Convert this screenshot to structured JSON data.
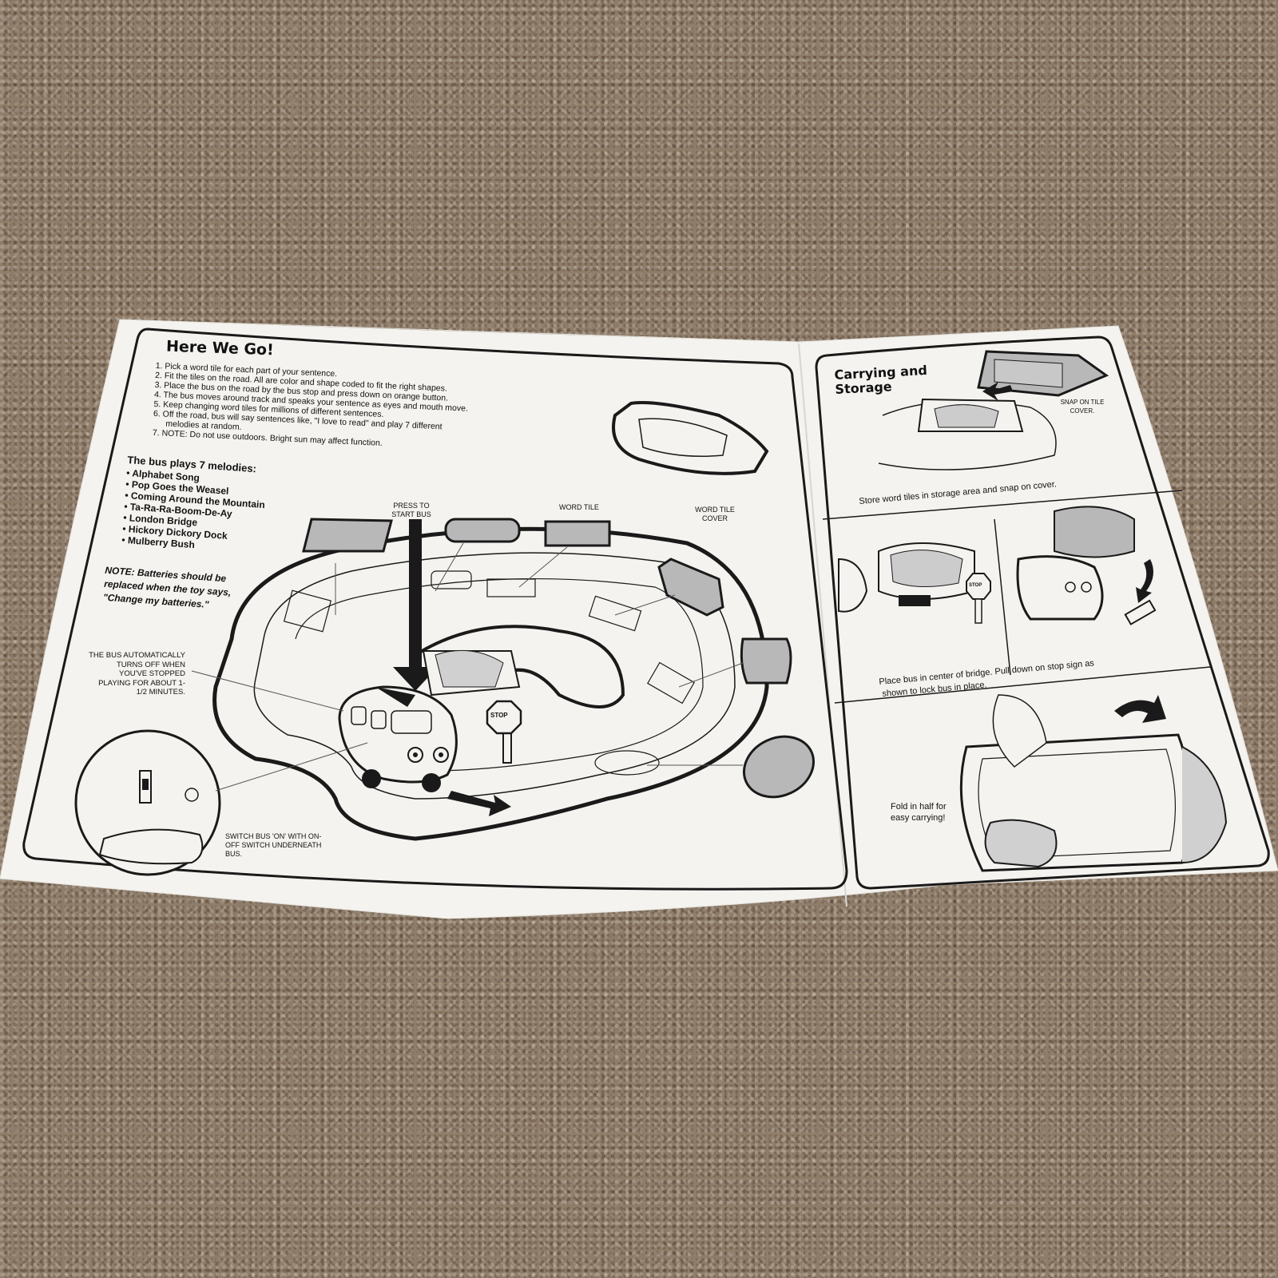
{
  "left_panel": {
    "title": "Here We Go!",
    "steps": [
      "1.  Pick a word tile for each part of your sentence.",
      "2.  Fit the tiles on the road. All are color and shape coded to fit the right shapes.",
      "3.  Place the bus on the road by the bus stop and press down on orange button.",
      "4.  The bus moves around track and speaks your sentence as eyes and mouth move.",
      "5.  Keep changing word tiles for millions of different sentences.",
      "6.  Off the road, bus will say sentences like, \"I love to read\" and play 7 different",
      "melodies at random.",
      "7.  NOTE: Do not use outdoors. Bright sun may affect function."
    ],
    "melodies_heading": "The bus plays 7 melodies:",
    "melodies": [
      "• Alphabet Song",
      "• Pop Goes the Weasel",
      "• Coming Around the Mountain",
      "• Ta-Ra-Ra-Boom-De-Ay",
      "• London Bridge",
      "• Hickory Dickory Dock",
      "• Mulberry Bush"
    ],
    "battery_note": "NOTE: Batteries should be replaced when the toy says, \"Change my batteries.\"",
    "labels": {
      "press_to_start": "PRESS TO START BUS",
      "word_tile": "WORD TILE",
      "word_tile_cover": "WORD TILE COVER",
      "auto_off": "THE BUS AUTOMATICALLY TURNS OFF WHEN YOU'VE STOPPED PLAYING FOR ABOUT 1-1/2 MINUTES.",
      "switch_on": "SWITCH BUS 'ON' WITH ON-OFF SWITCH UNDERNEATH BUS.",
      "stop_sign": "STOP"
    }
  },
  "right_panel": {
    "title_line1": "Carrying and",
    "title_line2": "Storage",
    "snap_label": "SNAP ON TILE COVER.",
    "store_caption": "Store word tiles in storage area and snap on cover.",
    "place_caption_1": "Place bus in center of bridge. Pull down on stop sign as",
    "place_caption_2": "shown to lock bus in place.",
    "fold_caption": "Fold in half for easy carrying!",
    "stop_sign": "STOP"
  },
  "colors": {
    "paper": "#f4f3ef",
    "ink": "#1a1a1a",
    "tile_gray": "#b8b8b8",
    "carpet": "#8f7d6a"
  }
}
